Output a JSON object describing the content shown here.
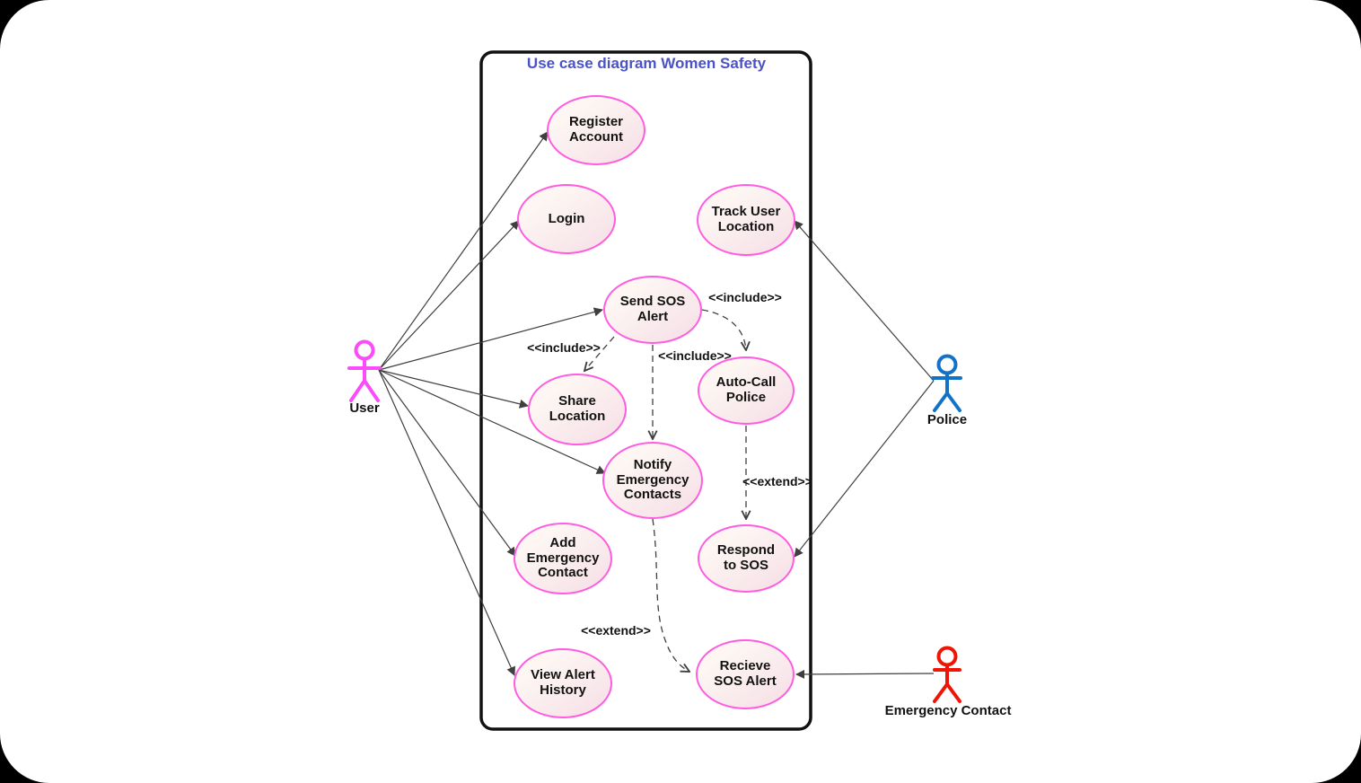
{
  "diagram": {
    "title": "Use case diagram Women Safety"
  },
  "colors": {
    "usecase_border": "#ff5ce0",
    "usecase_fill_light": "#fdf6f3",
    "usecase_fill_dark": "#f5dee6",
    "connector": "#3f3f3f",
    "title": "#4a52c8",
    "actor_user": "#fa4cfa",
    "actor_police": "#1272c8",
    "actor_emergency_contact": "#ee1507"
  },
  "actors": [
    {
      "id": "user",
      "label": "User"
    },
    {
      "id": "police",
      "label": "Police"
    },
    {
      "id": "emergency-contact",
      "label": "Emergency Contact"
    }
  ],
  "use_cases": [
    {
      "id": "register-account",
      "label": "Register\nAccount"
    },
    {
      "id": "login",
      "label": "Login"
    },
    {
      "id": "track-user-location",
      "label": "Track User\nLocation"
    },
    {
      "id": "send-sos-alert",
      "label": "Send SOS\nAlert"
    },
    {
      "id": "share-location",
      "label": "Share\nLocation"
    },
    {
      "id": "auto-call-police",
      "label": "Auto-Call\nPolice"
    },
    {
      "id": "notify-emergency-contacts",
      "label": "Notify\nEmergency\nContacts"
    },
    {
      "id": "add-emergency-contact",
      "label": "Add\nEmergency\nContact"
    },
    {
      "id": "respond-to-sos",
      "label": "Respond\nto SOS"
    },
    {
      "id": "view-alert-history",
      "label": "View Alert\nHistory"
    },
    {
      "id": "recieve-sos-alert",
      "label": "Recieve\nSOS Alert"
    }
  ],
  "stereotypes": {
    "include": "<<include>>",
    "extend": "<<extend>>"
  },
  "relationships": [
    {
      "from": "User",
      "to": "Register Account",
      "type": "association"
    },
    {
      "from": "User",
      "to": "Login",
      "type": "association"
    },
    {
      "from": "User",
      "to": "Send SOS Alert",
      "type": "association"
    },
    {
      "from": "User",
      "to": "Share Location",
      "type": "association"
    },
    {
      "from": "User",
      "to": "Notify Emergency Contacts",
      "type": "association"
    },
    {
      "from": "User",
      "to": "Add Emergency Contact",
      "type": "association"
    },
    {
      "from": "User",
      "to": "View Alert History",
      "type": "association"
    },
    {
      "from": "Police",
      "to": "Track User Location",
      "type": "association"
    },
    {
      "from": "Police",
      "to": "Respond to SOS",
      "type": "association"
    },
    {
      "from": "Emergency Contact",
      "to": "Recieve SOS Alert",
      "type": "association"
    },
    {
      "from": "Send SOS Alert",
      "to": "Share Location",
      "type": "include"
    },
    {
      "from": "Send SOS Alert",
      "to": "Auto-Call Police",
      "type": "include"
    },
    {
      "from": "Send SOS Alert",
      "to": "Notify Emergency Contacts",
      "type": "include"
    },
    {
      "from": "Auto-Call Police",
      "to": "Respond to SOS",
      "type": "extend"
    },
    {
      "from": "Notify Emergency Contacts",
      "to": "Recieve SOS Alert",
      "type": "extend"
    }
  ]
}
